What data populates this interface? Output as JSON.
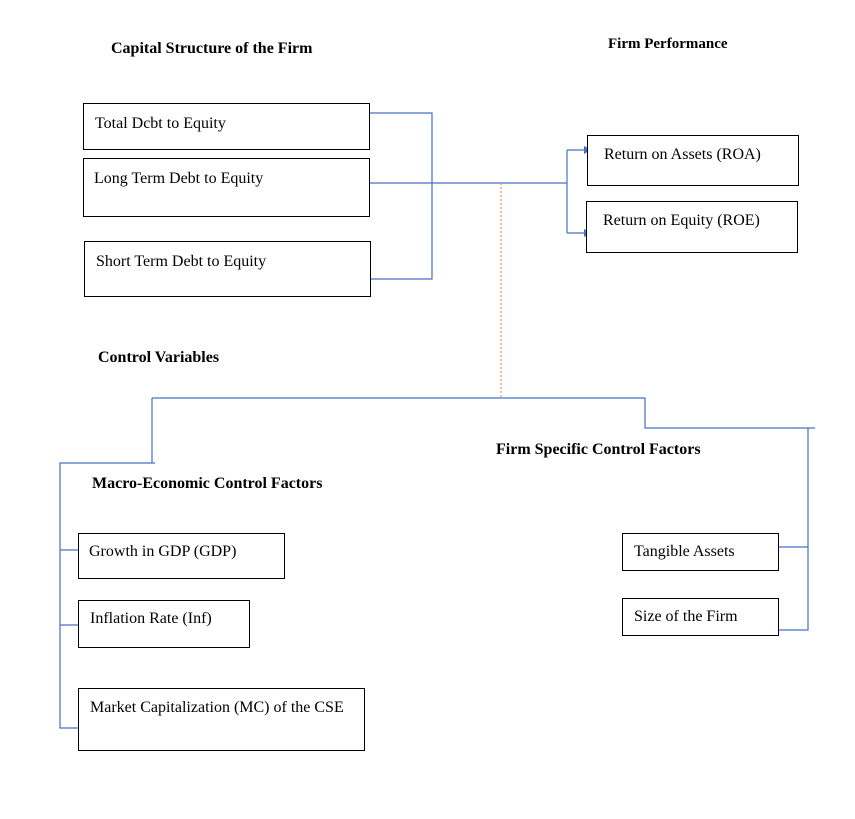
{
  "headings": {
    "capital_structure": "Capital Structure of the Firm",
    "firm_performance": "Firm Performance",
    "control_variables": "Control Variables",
    "firm_specific": "Firm Specific Control Factors",
    "macro_economic": "Macro-Economic Control Factors"
  },
  "capital_structure_boxes": [
    "Total Dcbt to Equity",
    "Long Term Debt to Equity",
    "Short Term Debt to Equity"
  ],
  "performance_boxes": [
    "Return on Assets (ROA)",
    "Return on Equity (ROE)"
  ],
  "macro_boxes": [
    "Growth in GDP (GDP)",
    "Inflation Rate (Inf)",
    "Market Capitalization (MC) of the CSE"
  ],
  "firm_specific_boxes": [
    "Tangible Assets",
    "Size of the Firm"
  ],
  "colors": {
    "connector": "#4472c4",
    "dashed_connector": "#ed7d31",
    "box_border": "#000000"
  }
}
